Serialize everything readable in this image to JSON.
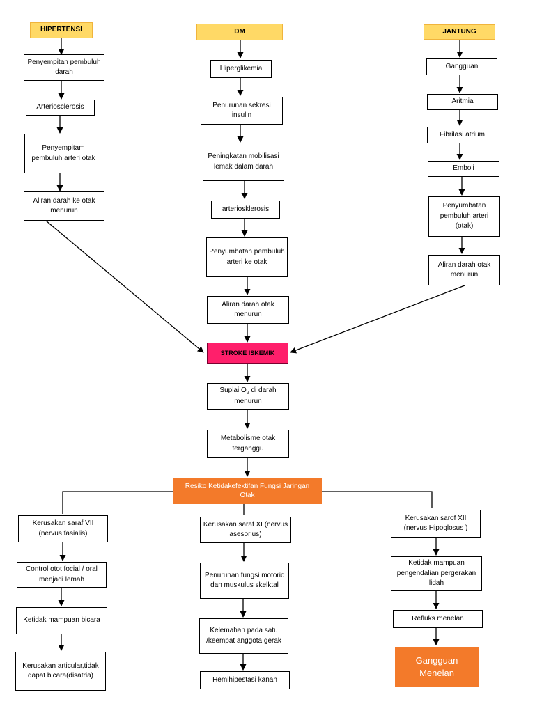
{
  "causes": {
    "hipertensi": "HIPERTENSI",
    "dm": "DM",
    "jantung": "JANTUNG"
  },
  "hipertensi_chain": [
    "Penyempitan pembuluh darah",
    "Arteriosclerosis",
    "Penyempitam pembuluh arteri otak",
    "Aliran darah ke otak menurun"
  ],
  "dm_chain": [
    "Hiperglikemia",
    "Penurunan sekresi insulin",
    "Peningkatan mobilisasi lemak dalam darah",
    "arteriosklerosis",
    "Penyumbatan pembuluh arteri ke otak",
    "Aliran darah otak menurun"
  ],
  "jantung_chain": [
    "Gangguan",
    "Aritmia",
    "Fibrilasi atrium",
    "Emboli",
    "Penyumbatan pembuluh arteri (otak)",
    "Aliran darah otak menurun"
  ],
  "stroke": "STROKE ISKEMIK",
  "suplai": {
    "prefix": "Suplai O",
    "sub": "2",
    "suffix": " di darah menurun"
  },
  "metabolisme": "Metabolisme otak terganggu",
  "risk": "Resiko Ketidakefektifan Fungsi Jaringan Otak",
  "left_branch": [
    "Kerusakan saraf VII (nervus fasialis)",
    "Control otot focial / oral menjadi lemah",
    "Ketidak mampuan bicara",
    "Kerusakan articular,tidak dapat bicara(disatria)"
  ],
  "mid_branch": [
    "Kerusakan saraf XI (nervus  asesorius)",
    "Penurunan fungsi motoric dan muskulus skelktal",
    "Kelemahan pada satu /keempat anggota gerak",
    "Hemihipestasi kanan"
  ],
  "right_branch": [
    "Kerusakan sarof XII (nervus Hipoglosus )",
    "Ketidak mampuan pengendalian pergerakan lidah",
    "Refluks menelan"
  ],
  "final": "Gangguan Menelan",
  "colors": {
    "cause_fill": "#ffd966",
    "stroke_fill": "#ff1f6b",
    "risk_fill": "#f37a2a",
    "final_fill": "#f37a2a"
  }
}
